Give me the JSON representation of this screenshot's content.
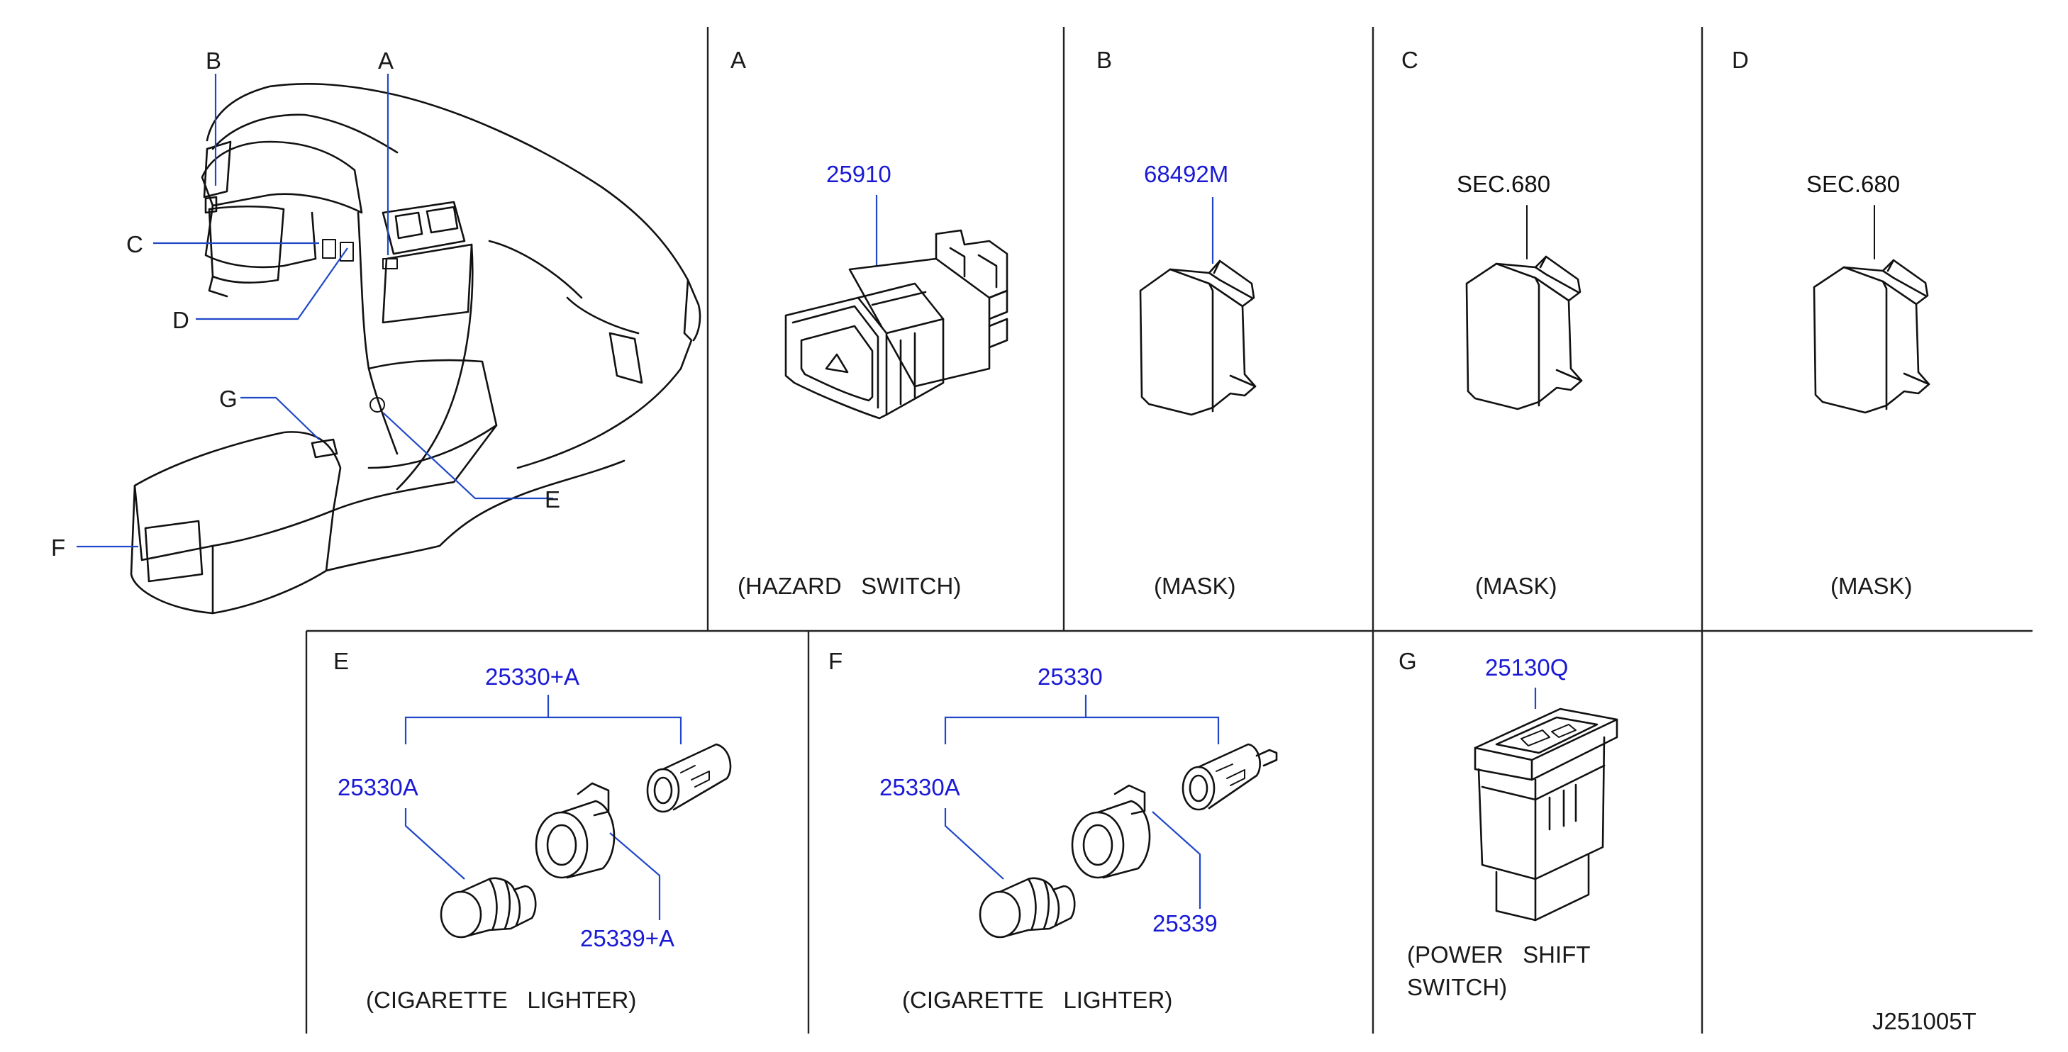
{
  "figure_id": "J251005T",
  "overview": {
    "callouts": [
      "A",
      "B",
      "C",
      "D",
      "E",
      "F",
      "G"
    ]
  },
  "panels": {
    "A": {
      "letter": "A",
      "part": "25910",
      "caption": "(HAZARD   SWITCH)"
    },
    "B": {
      "letter": "B",
      "part": "68492M",
      "caption": "(MASK)"
    },
    "C": {
      "letter": "C",
      "ref": "SEC.680",
      "caption": "(MASK)"
    },
    "D": {
      "letter": "D",
      "ref": "SEC.680",
      "caption": "(MASK)"
    },
    "E": {
      "letter": "E",
      "assembly": "25330+A",
      "part_a": "25330A",
      "part_b": "25339+A",
      "caption": "(CIGARETTE   LIGHTER)"
    },
    "F": {
      "letter": "F",
      "assembly": "25330",
      "part_a": "25330A",
      "part_b": "25339",
      "caption": "(CIGARETTE   LIGHTER)"
    },
    "G": {
      "letter": "G",
      "part": "25130Q",
      "caption_line1": "(POWER   SHIFT",
      "caption_line2": "SWITCH)"
    }
  },
  "colors": {
    "part_number": "#1a1ad6",
    "leader": "#1f47c8",
    "line": "#111111"
  }
}
